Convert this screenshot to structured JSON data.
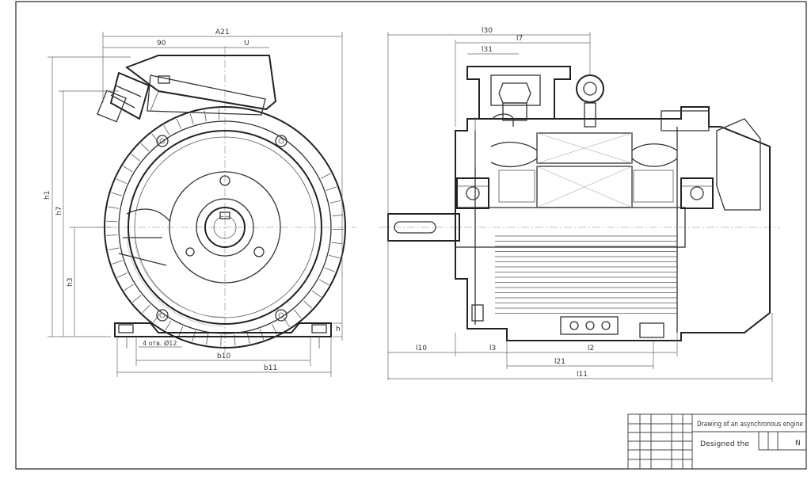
{
  "title_block": {
    "title": "Drawing of an asynchronous engine",
    "subtitle": "Designed the",
    "sheet_mark": "N"
  },
  "front_view": {
    "dims": {
      "top_overall": "A21",
      "top_left": "90",
      "top_right": "U",
      "left_overall": "h1",
      "left_mid": "h7",
      "left_low": "h3",
      "foot_label": "4 отв. Ø12",
      "bottom_inner": "b10",
      "bottom_overall": "b11",
      "foot_height": "h"
    }
  },
  "side_view": {
    "dims": {
      "top_overall": "l30",
      "top_right": "l7",
      "top_inner": "l31",
      "bottom_left": "l10",
      "bottom_mid": "l3",
      "bottom_right": "l2",
      "bottom_inner": "l21",
      "bottom_overall": "l11"
    }
  },
  "colors": {
    "line": "#333333",
    "section_fill": "#e6e6e6"
  }
}
